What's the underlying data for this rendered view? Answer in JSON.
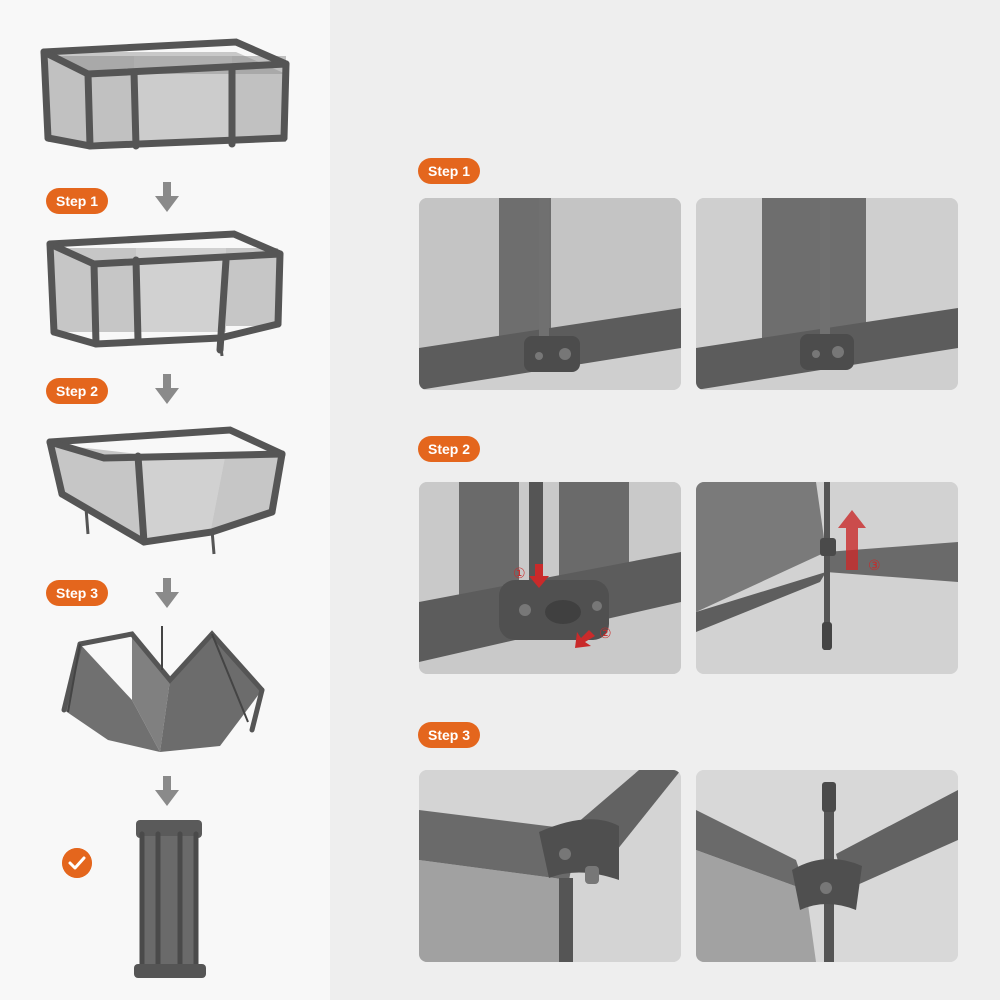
{
  "steps": {
    "left_step1": "Step 1",
    "left_step2": "Step 2",
    "left_step3": "Step 3",
    "right_step1": "Step 1",
    "right_step2": "Step 2",
    "right_step3": "Step 3"
  },
  "callouts": {
    "marker1": "①",
    "marker2": "②",
    "marker3": "③"
  },
  "colors": {
    "accent": "#e4661d",
    "frame": "#5a5a5a",
    "mesh": "#7b7b7b",
    "arrow": "#8a8a8a",
    "red_arrow": "#c92a2a"
  },
  "icons": [
    "down-arrow-icon",
    "checkmark-icon",
    "red-arrow-icon"
  ]
}
